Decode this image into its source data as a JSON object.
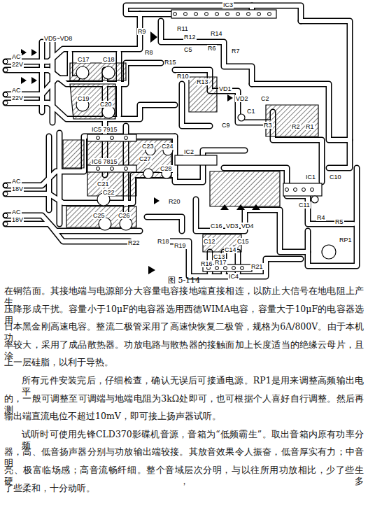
{
  "diagram": {
    "caption": "图 5-114",
    "labels": [
      "IC3",
      "VD5~VD8",
      "R9",
      "R11",
      "R12",
      "R14",
      "C5",
      "R6",
      "R7",
      "R8",
      "R15",
      "R10",
      "R13",
      "VD1",
      "VD2",
      "C2",
      "C1",
      "C9",
      "R3",
      "R2",
      "R1",
      "AC",
      "22V",
      "AC",
      "22V",
      "C17",
      "C18",
      "C19",
      "C20",
      "IC5 7915",
      "IC6 7815",
      "C23",
      "C24",
      "C27",
      "C28",
      "IC2",
      "AC",
      "18V",
      "AC",
      "18V",
      "C21",
      "C22",
      "C25",
      "C26",
      "R20",
      "C16",
      "VD3",
      "VD4",
      "R22",
      "R18",
      "R19",
      "C12",
      "C13",
      "C14",
      "C15",
      "R16",
      "R17",
      "R21",
      "IC4",
      "IC1",
      "C10",
      "C11",
      "R4",
      "R5",
      "RP1",
      "在铜箔面。其接地端与电源部分大容量电容接地端直接相连，以防止大信号在地电阻上产生",
      "压降形成干扰。容量小于10μF的电容器选用西德WIMA电容，容量大于10μF的电容器选用",
      "日本黑金刚高速电容。整流二极管采用了高速快恢复二极管，规格为6A/800V。由于本机功",
      "率较大，采用了成品散热器。功放电路与散热器的接触面加上长度适当的绝缘云母片，且涂",
      "上一层硅脂，以利于导热。",
      "所有元件安装完后，仔细检查，确认无误后可接通电源。RP1是用来调整高频输出电平",
      "的，一般可调整至可调端与地端电阻为3kΩ处即可，也可根据个人喜好自行调整。然后再测",
      "输出端直流电位不超过10mV，即可接上扬声器试听。",
      "试听时可使用先锋CLD370影碟机音源，音箱为“低频霸生”。取出音箱内原有功率分频",
      "器，高、低音扬声器分别与功放输出端较接。其放音效果令人振奋，低音厚实有力；中音明",
      "亮、极富临场感；高音流畅纤细。整个音域层次分明，与以往所用功放相比，少了些生硬，多",
      "了些柔和，十分动听。"
    ]
  }
}
